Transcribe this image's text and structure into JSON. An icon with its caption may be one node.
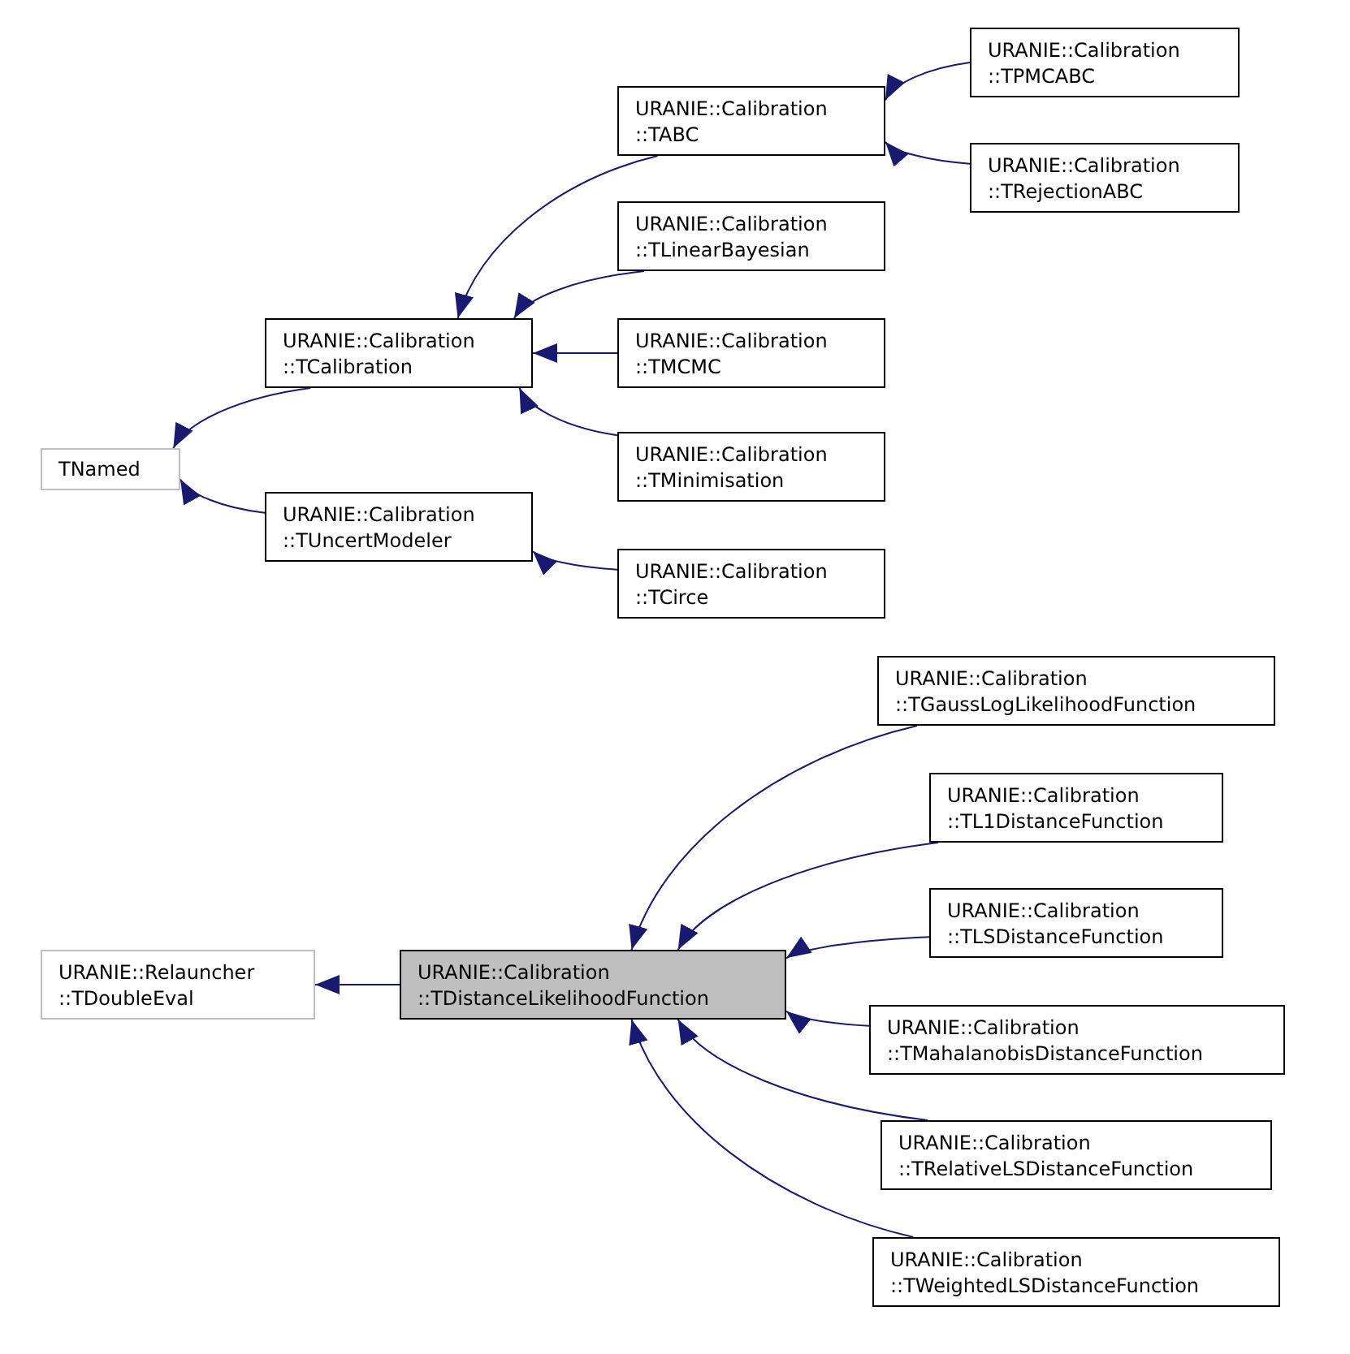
{
  "diagram": {
    "nodes": [
      {
        "text": [
          "TNamed"
        ]
      },
      {
        "text": [
          "URANIE::Calibration ::TCalibration"
        ]
      },
      {
        "text": [
          "URANIE::Calibration ::TUncertModeler"
        ]
      },
      {
        "text": [
          "URANIE::Calibration ::TABC"
        ]
      },
      {
        "text": [
          "URANIE::Calibration ::TPMCABC"
        ]
      },
      {
        "text": [
          "URANIE::Calibration ::TRejectionABC"
        ]
      },
      {
        "text": [
          "URANIE::Calibration ::TLinearBayesian"
        ]
      },
      {
        "text": [
          "URANIE::Calibration ::TMCMC"
        ]
      },
      {
        "text": [
          "URANIE::Calibration ::TMinimisation"
        ]
      },
      {
        "text": [
          "URANIE::Calibration ::TCirce"
        ]
      },
      {
        "text": [
          "URANIE::Relauncher ::TDoubleEval"
        ]
      },
      {
        "text": [
          "URANIE::Calibration ::TDistanceLikelihoodFunction"
        ]
      },
      {
        "text": [
          "URANIE::Calibration ::TGaussLogLikelihoodFunction"
        ]
      },
      {
        "text": [
          "URANIE::Calibration ::TL1DistanceFunction"
        ]
      },
      {
        "text": [
          "URANIE::Calibration ::TLSDistanceFunction"
        ]
      },
      {
        "text": [
          "URANIE::Calibration ::TMahalanobisDistanceFunction"
        ]
      },
      {
        "text": [
          "URANIE::Calibration ::TRelativeLSDistanceFunction"
        ]
      },
      {
        "text": [
          "URANIE::Calibration ::TWeightedLSDistanceFunction"
        ]
      }
    ],
    "edges": [
      {
        "from": 1,
        "to": 0,
        "arrow": "to"
      },
      {
        "from": 2,
        "to": 0,
        "arrow": "to"
      },
      {
        "from": 3,
        "to": 1,
        "arrow": "to"
      },
      {
        "from": 6,
        "to": 1,
        "arrow": "to"
      },
      {
        "from": 7,
        "to": 1,
        "arrow": "to"
      },
      {
        "from": 8,
        "to": 1,
        "arrow": "to"
      },
      {
        "from": 9,
        "to": 2,
        "arrow": "to"
      },
      {
        "from": 4,
        "to": 3,
        "arrow": "to"
      },
      {
        "from": 5,
        "to": 3,
        "arrow": "to"
      },
      {
        "from": 11,
        "to": 10,
        "arrow": "to"
      },
      {
        "from": 12,
        "to": 11,
        "arrow": "to"
      },
      {
        "from": 13,
        "to": 11,
        "arrow": "to"
      },
      {
        "from": 14,
        "to": 11,
        "arrow": "to"
      },
      {
        "from": 15,
        "to": 11,
        "arrow": "to"
      },
      {
        "from": 16,
        "to": 11,
        "arrow": "to"
      },
      {
        "from": 17,
        "to": 11,
        "arrow": "to"
      }
    ]
  }
}
